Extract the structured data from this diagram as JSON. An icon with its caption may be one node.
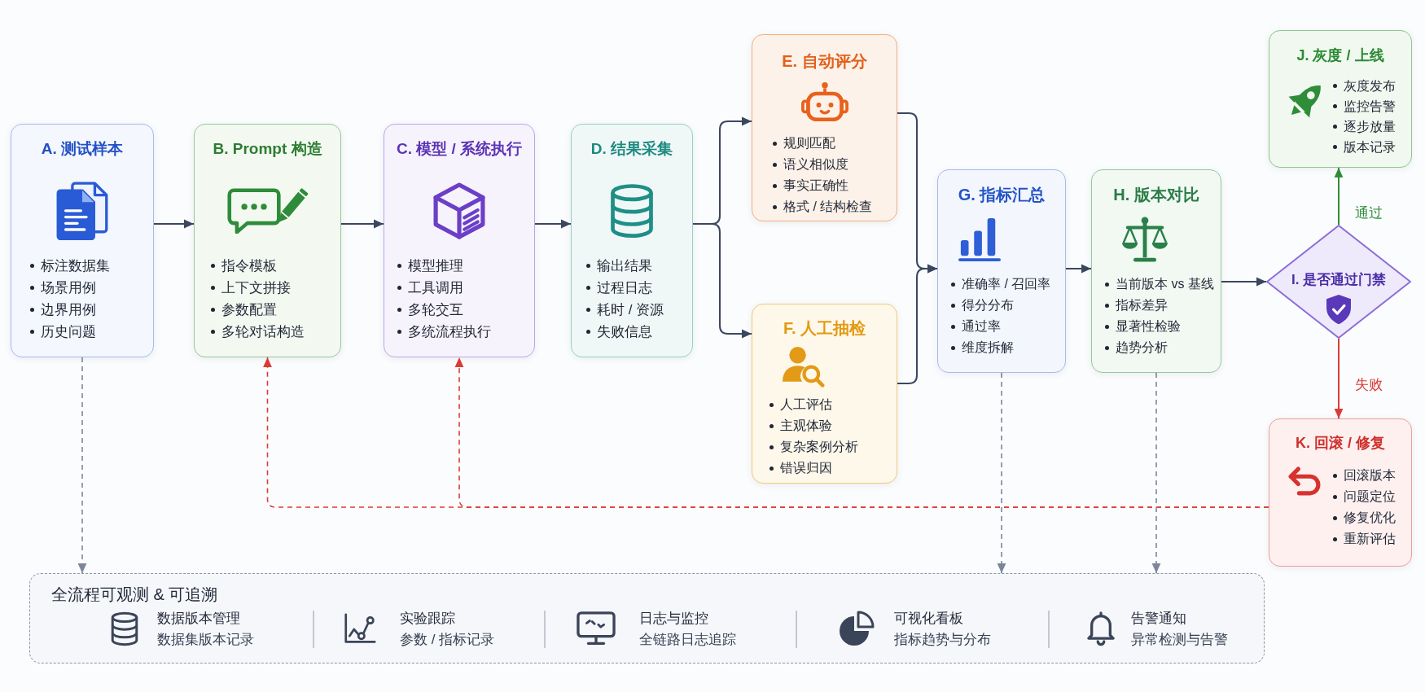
{
  "diagram": {
    "nodes": [
      {
        "text": [
          "A. 测试样本",
          "标注数据集",
          "场景用例",
          "边界用例",
          "历史问题"
        ]
      },
      {
        "text": [
          "B. Prompt 构造",
          "指令模板",
          "上下文拼接",
          "参数配置",
          "多轮对话构造"
        ]
      },
      {
        "text": [
          "C. 模型 / 系统执行",
          "模型推理",
          "工具调用",
          "多轮交互",
          "多统流程执行"
        ]
      },
      {
        "text": [
          "D. 结果采集",
          "输出结果",
          "过程日志",
          "耗时 / 资源",
          "失败信息"
        ]
      },
      {
        "text": [
          "E. 自动评分",
          "规则匹配",
          "语义相似度",
          "事实正确性",
          "格式 / 结构检查"
        ]
      },
      {
        "text": [
          "F. 人工抽检",
          "人工评估",
          "主观体验",
          "复杂案例分析",
          "错误归因"
        ]
      },
      {
        "text": [
          "G. 指标汇总",
          "准确率 / 召回率",
          "得分分布",
          "通过率",
          "维度拆解"
        ]
      },
      {
        "text": [
          "H. 版本对比",
          "当前版本 vs 基线",
          "指标差异",
          "显著性检验",
          "趋势分析"
        ]
      },
      {
        "text": [
          "I. 是否通过门禁"
        ]
      },
      {
        "text": [
          "J. 灰度 / 上线",
          "灰度发布",
          "监控告警",
          "逐步放量",
          "版本记录"
        ]
      },
      {
        "text": [
          "K. 回滚 / 修复",
          "回滚版本",
          "问题定位",
          "修复优化",
          "重新评估"
        ]
      },
      {
        "text": [
          "全流程可观测 & 可追溯",
          "数据版本管理",
          "数据集版本记录",
          "实验跟踪",
          "参数 / 指标记录",
          "日志与监控",
          "全链路日志追踪",
          "可视化看板",
          "指标趋势与分布",
          "告警通知",
          "异常检测与告警"
        ]
      }
    ],
    "edges": [
      {
        "from": 0,
        "to": 1,
        "arrow": "to"
      },
      {
        "from": 1,
        "to": 2,
        "arrow": "to"
      },
      {
        "from": 2,
        "to": 3,
        "arrow": "to"
      },
      {
        "from": 3,
        "to": 4,
        "arrow": "to"
      },
      {
        "from": 3,
        "to": 5,
        "arrow": "to"
      },
      {
        "from": 4,
        "to": 6,
        "arrow": "to"
      },
      {
        "from": 5,
        "to": 6,
        "arrow": "to"
      },
      {
        "from": 6,
        "to": 7,
        "arrow": "to"
      },
      {
        "from": 7,
        "to": 8,
        "arrow": "to"
      },
      {
        "from": 8,
        "to": 9,
        "arrow": "to",
        "label": "通过",
        "color": "#2f8d3a"
      },
      {
        "from": 8,
        "to": 10,
        "arrow": "to",
        "label": "失败",
        "color": "#dd3b36"
      },
      {
        "from": 10,
        "to": 1,
        "arrow": "to",
        "style": "dashed",
        "color": "#dd3b36"
      },
      {
        "from": 10,
        "to": 2,
        "arrow": "to",
        "style": "dashed",
        "color": "#dd3b36"
      },
      {
        "from": 0,
        "to": 11,
        "arrow": "to",
        "style": "dashed",
        "color": "#7c869a"
      },
      {
        "from": 6,
        "to": 11,
        "arrow": "to",
        "style": "dashed",
        "color": "#7c869a"
      },
      {
        "from": 7,
        "to": 11,
        "arrow": "to",
        "style": "dashed",
        "color": "#7c869a"
      }
    ]
  }
}
